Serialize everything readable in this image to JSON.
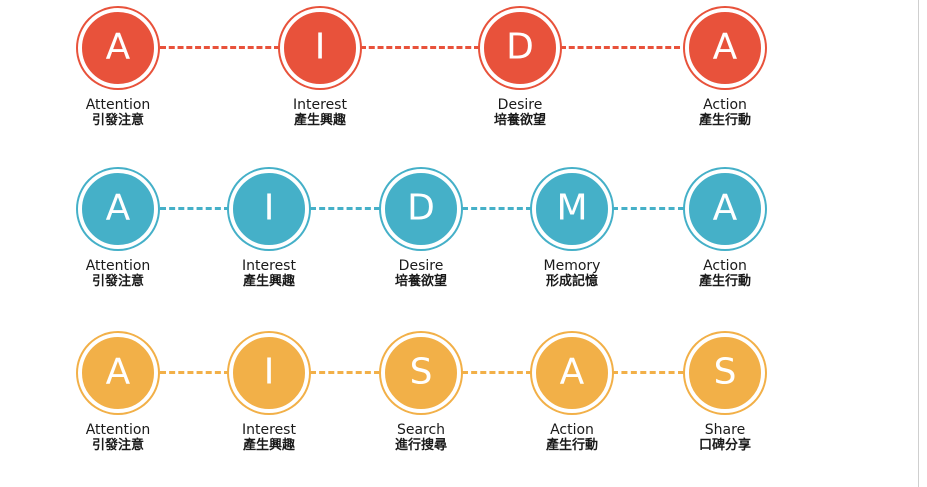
{
  "models": [
    {
      "name": "AIDA",
      "color": "#e8523b",
      "steps": [
        {
          "letter": "A",
          "en": "Attention",
          "zh": "引發注意"
        },
        {
          "letter": "I",
          "en": "Interest",
          "zh": "產生興趣"
        },
        {
          "letter": "D",
          "en": "Desire",
          "zh": "培養欲望"
        },
        {
          "letter": "A",
          "en": "Action",
          "zh": "產生行動"
        }
      ]
    },
    {
      "name": "AIDMA",
      "color": "#45b0c8",
      "steps": [
        {
          "letter": "A",
          "en": "Attention",
          "zh": "引發注意"
        },
        {
          "letter": "I",
          "en": "Interest",
          "zh": "產生興趣"
        },
        {
          "letter": "D",
          "en": "Desire",
          "zh": "培養欲望"
        },
        {
          "letter": "M",
          "en": "Memory",
          "zh": "形成記憶"
        },
        {
          "letter": "A",
          "en": "Action",
          "zh": "產生行動"
        }
      ]
    },
    {
      "name": "AISAS",
      "color": "#f2b048",
      "steps": [
        {
          "letter": "A",
          "en": "Attention",
          "zh": "引發注意"
        },
        {
          "letter": "I",
          "en": "Interest",
          "zh": "產生興趣"
        },
        {
          "letter": "S",
          "en": "Search",
          "zh": "進行搜尋"
        },
        {
          "letter": "A",
          "en": "Action",
          "zh": "產生行動"
        },
        {
          "letter": "S",
          "en": "Share",
          "zh": "口碑分享"
        }
      ]
    }
  ]
}
